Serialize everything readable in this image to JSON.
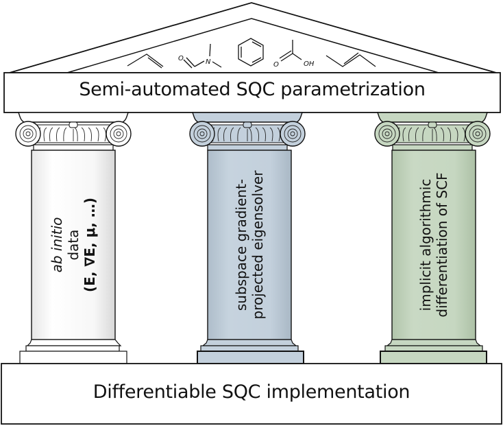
{
  "roof": {
    "molecules": [
      "propene",
      "N,N-dimethylformamide",
      "benzene",
      "acetic-acid",
      "2-butene"
    ],
    "atom_labels": {
      "oxygen": "O",
      "nitrogen": "N",
      "hydroxyl": "OH"
    }
  },
  "entablature": {
    "title": "Semi-automated SQC parametrization"
  },
  "pillars": [
    {
      "color": "#ffffff",
      "line1_italic": "ab initio",
      "line1_rest": " data",
      "line2": "(E, ∇E, μ, …)"
    },
    {
      "color": "#c3d0dc",
      "line1": "subspace gradient-",
      "line2": "projected eigensolver"
    },
    {
      "color": "#c6d7c1",
      "line1": "implicit algorithmic",
      "line2": "differentiation of SCF"
    }
  ],
  "foundation": {
    "title": "Differentiable SQC implementation"
  }
}
